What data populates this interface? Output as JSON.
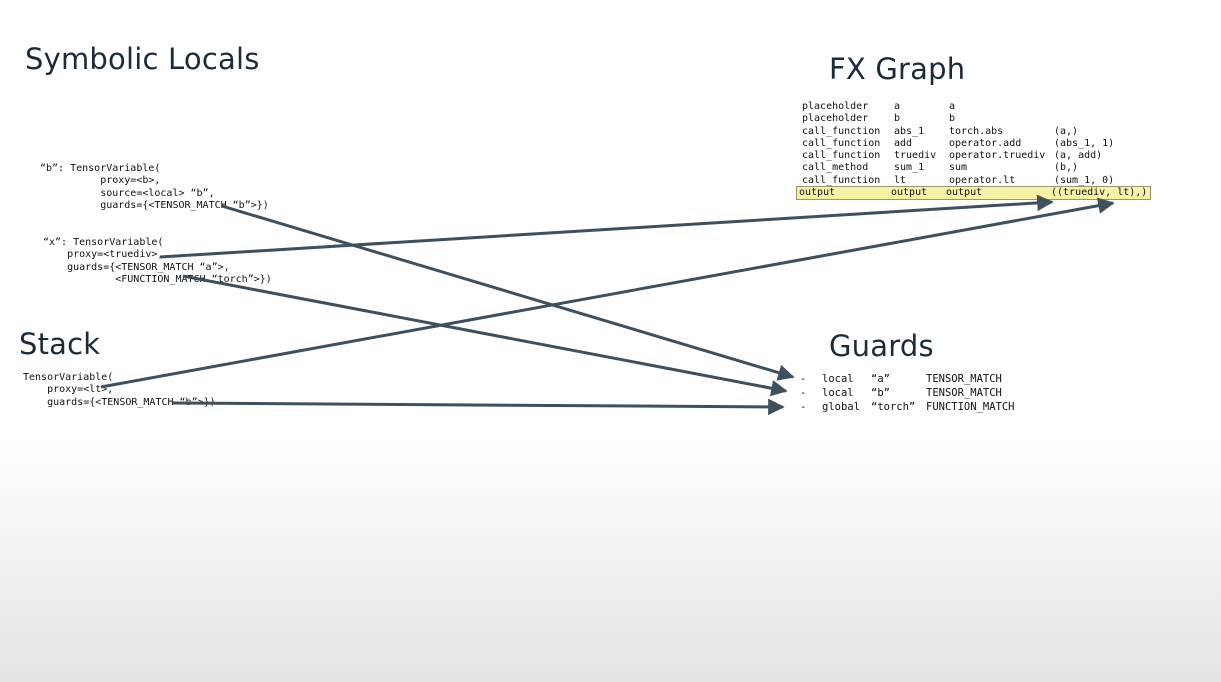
{
  "titles": {
    "symbolic_locals": "Symbolic Locals",
    "fx_graph": "FX Graph",
    "stack": "Stack",
    "guards": "Guards"
  },
  "locals": {
    "b_block": "“b”: TensorVariable(\n          proxy=<b>,\n          source=<local> “b”,\n          guards={<TENSOR_MATCH “b”>})",
    "x_block": "“x”: TensorVariable(\n    proxy=<truediv>,\n    guards={<TENSOR_MATCH “a”>,\n            <FUNCTION_MATCH “torch”>})"
  },
  "stack": {
    "block": "TensorVariable(\n    proxy=<lt>,\n    guards={<TENSOR_MATCH “b”>})"
  },
  "fx_graph": {
    "rows": [
      {
        "op": "placeholder",
        "name": "a",
        "target": "a",
        "args": ""
      },
      {
        "op": "placeholder",
        "name": "b",
        "target": "b",
        "args": ""
      },
      {
        "op": "call_function",
        "name": "abs_1",
        "target": "torch.abs",
        "args": "(a,)"
      },
      {
        "op": "call_function",
        "name": "add",
        "target": "operator.add",
        "args": "(abs_1, 1)"
      },
      {
        "op": "call_function",
        "name": "truediv",
        "target": "operator.truediv",
        "args": "(a, add)"
      },
      {
        "op": "call_method",
        "name": "sum_1",
        "target": "sum",
        "args": "(b,)"
      },
      {
        "op": "call_function",
        "name": "lt",
        "target": "operator.lt",
        "args": "(sum_1, 0)"
      },
      {
        "op": "output",
        "name": "output",
        "target": "output",
        "args": "((truediv, lt),)",
        "highlight": true
      }
    ],
    "highlight_color": "#f7f3a6"
  },
  "guards": {
    "items": [
      {
        "dash": "-",
        "kind": "local",
        "name": "“a”",
        "type": "TENSOR_MATCH"
      },
      {
        "dash": "-",
        "kind": "local",
        "name": "“b”",
        "type": "TENSOR_MATCH"
      },
      {
        "dash": "-",
        "kind": "global",
        "name": "“torch”",
        "type": "FUNCTION_MATCH"
      }
    ]
  },
  "colors": {
    "arrow": "#3e4f5d",
    "heading": "#1c2b39"
  }
}
